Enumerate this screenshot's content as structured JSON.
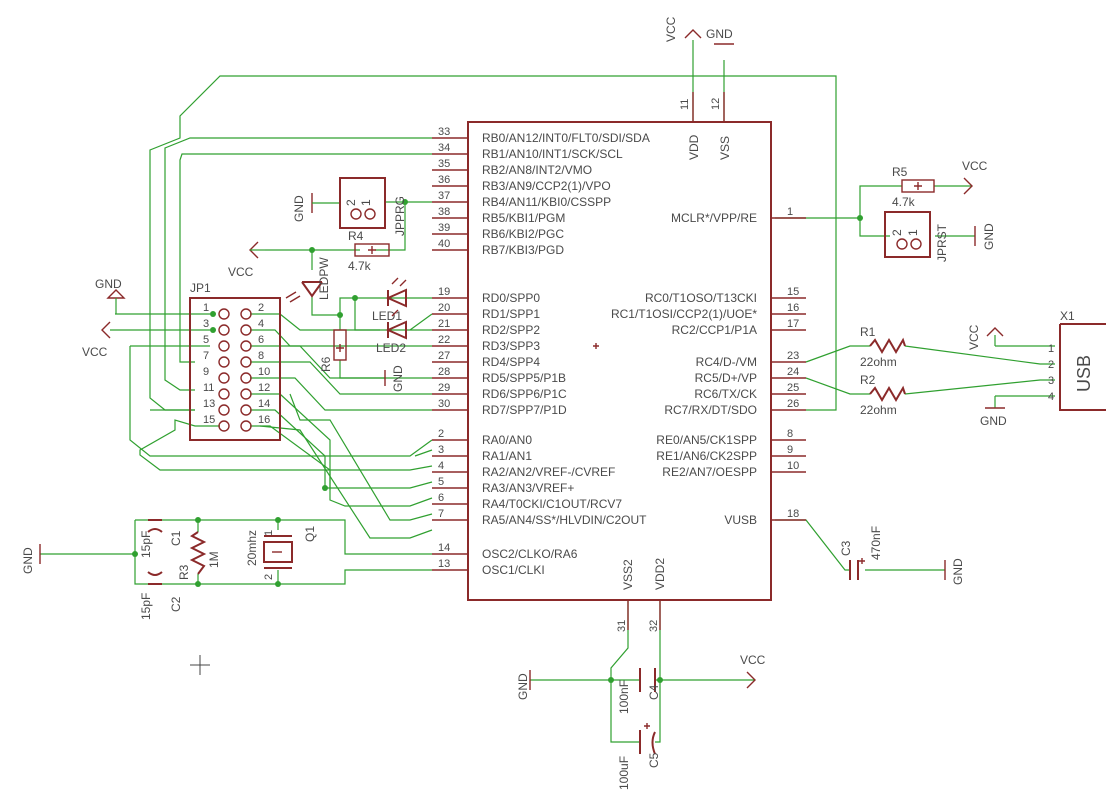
{
  "supplies": {
    "vcc": "VCC",
    "gnd": "GND"
  },
  "ic": {
    "vdd_label": "VDD",
    "vss_label": "VSS",
    "vdd_num": "11",
    "vss_num": "12",
    "vss2_label": "VSS2",
    "vdd2_label": "VDD2",
    "vss2_num": "31",
    "vdd2_num": "32",
    "left_pins": [
      {
        "num": "33",
        "label": "RB0/AN12/INT0/FLT0/SDI/SDA"
      },
      {
        "num": "34",
        "label": "RB1/AN10/INT1/SCK/SCL"
      },
      {
        "num": "35",
        "label": "RB2/AN8/INT2/VMO"
      },
      {
        "num": "36",
        "label": "RB3/AN9/CCP2(1)/VPO"
      },
      {
        "num": "37",
        "label": "RB4/AN11/KBI0/CSSPP"
      },
      {
        "num": "38",
        "label": "RB5/KBI1/PGM"
      },
      {
        "num": "39",
        "label": "RB6/KBI2/PGC"
      },
      {
        "num": "40",
        "label": "RB7/KBI3/PGD"
      },
      {
        "num": "19",
        "label": "RD0/SPP0"
      },
      {
        "num": "20",
        "label": "RD1/SPP1"
      },
      {
        "num": "21",
        "label": "RD2/SPP2"
      },
      {
        "num": "22",
        "label": "RD3/SPP3"
      },
      {
        "num": "27",
        "label": "RD4/SPP4"
      },
      {
        "num": "28",
        "label": "RD5/SPP5/P1B"
      },
      {
        "num": "29",
        "label": "RD6/SPP6/P1C"
      },
      {
        "num": "30",
        "label": "RD7/SPP7/P1D"
      },
      {
        "num": "2",
        "label": "RA0/AN0"
      },
      {
        "num": "3",
        "label": "RA1/AN1"
      },
      {
        "num": "4",
        "label": "RA2/AN2/VREF-/CVREF"
      },
      {
        "num": "5",
        "label": "RA3/AN3/VREF+"
      },
      {
        "num": "6",
        "label": "RA4/T0CKI/C1OUT/RCV7"
      },
      {
        "num": "7",
        "label": "RA5/AN4/SS*/HLVDIN/C2OUT"
      },
      {
        "num": "14",
        "label": "OSC2/CLKO/RA6"
      },
      {
        "num": "13",
        "label": "OSC1/CLKI"
      }
    ],
    "right_pins": [
      {
        "num": "1",
        "label": "MCLR*/VPP/RE"
      },
      {
        "num": "15",
        "label": "RC0/T1OSO/T13CKI"
      },
      {
        "num": "16",
        "label": "RC1/T1OSI/CCP2(1)/UOE*"
      },
      {
        "num": "17",
        "label": "RC2/CCP1/P1A"
      },
      {
        "num": "23",
        "label": "RC4/D-/VM"
      },
      {
        "num": "24",
        "label": "RC5/D+/VP"
      },
      {
        "num": "25",
        "label": "RC6/TX/CK"
      },
      {
        "num": "26",
        "label": "RC7/RX/DT/SDO"
      },
      {
        "num": "8",
        "label": "RE0/AN5/CK1SPP"
      },
      {
        "num": "9",
        "label": "RE1/AN6/CK2SPP"
      },
      {
        "num": "10",
        "label": "RE2/AN7/OESPP"
      },
      {
        "num": "18",
        "label": "VUSB"
      }
    ]
  },
  "parts": {
    "r1": {
      "name": "R1",
      "value": "22ohm"
    },
    "r2": {
      "name": "R2",
      "value": "22ohm"
    },
    "r3": {
      "name": "R3",
      "value": "1M"
    },
    "r4": {
      "name": "R4",
      "value": "4.7k"
    },
    "r5": {
      "name": "R5",
      "value": "4.7k"
    },
    "r6": {
      "name": "R6"
    },
    "c1": {
      "name": "C1",
      "value": "15pF"
    },
    "c2": {
      "name": "C2",
      "value": "15pF"
    },
    "c3": {
      "name": "C3",
      "value": "470nF"
    },
    "c4": {
      "name": "C4",
      "value": "100nF"
    },
    "c5": {
      "name": "C5",
      "value": "100uF"
    },
    "q1": {
      "name": "Q1",
      "value": "20mhz"
    },
    "led1": {
      "name": "LED1"
    },
    "led2": {
      "name": "LED2"
    },
    "ledpw": {
      "name": "LEDPW"
    },
    "jpprg": {
      "name": "JPPRG"
    },
    "jprst": {
      "name": "JPRST"
    },
    "jp1": {
      "name": "JP1",
      "pins": [
        "1",
        "2",
        "3",
        "4",
        "5",
        "6",
        "7",
        "8",
        "9",
        "10",
        "11",
        "12",
        "13",
        "14",
        "15",
        "16"
      ]
    },
    "x1": {
      "name": "X1",
      "body": "USB",
      "pins": [
        "1",
        "2",
        "3",
        "4"
      ]
    }
  },
  "pin_numbers": {
    "one": "1",
    "two": "2"
  }
}
